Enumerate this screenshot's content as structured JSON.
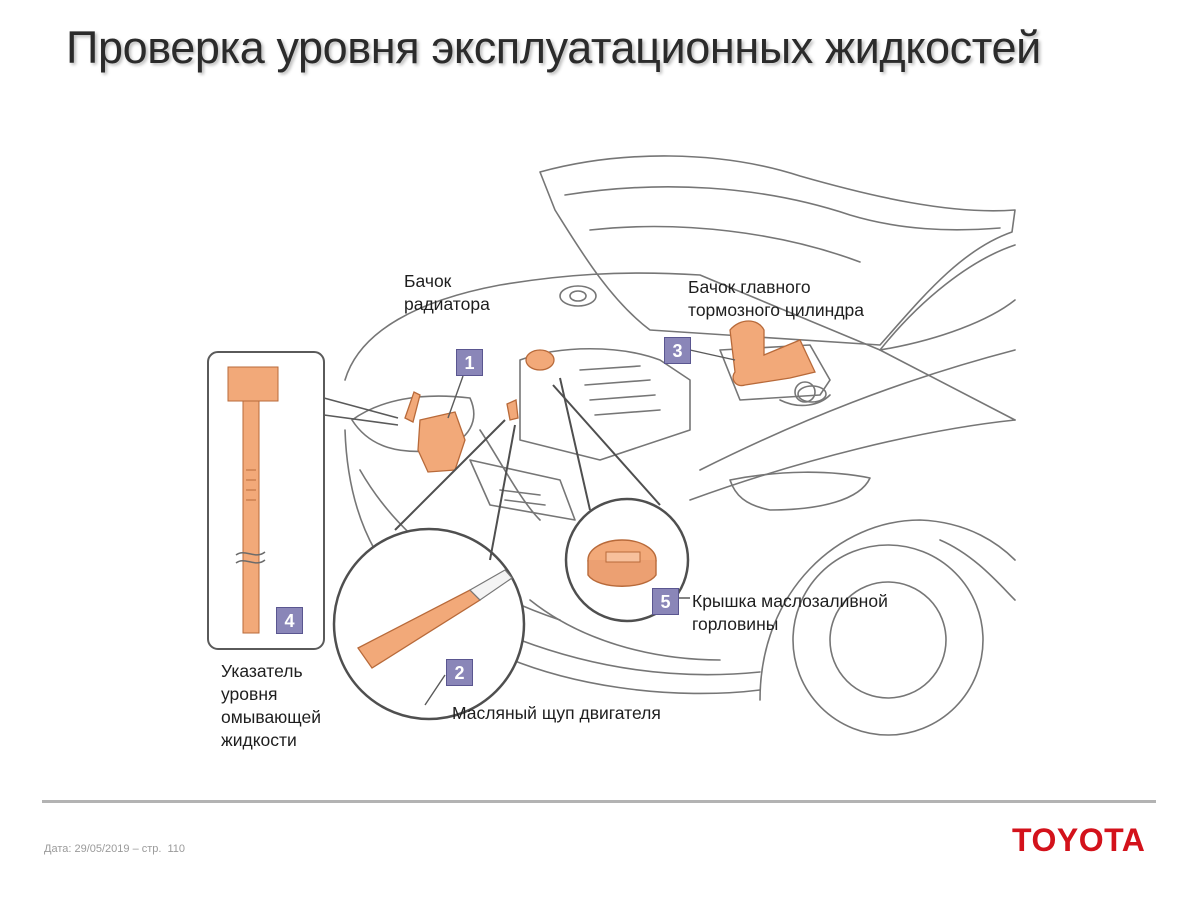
{
  "title": "Проверка уровня эксплуатационных жидкостей",
  "labels": {
    "radiator_line1": "Бачок",
    "radiator_line2": "радиатора",
    "brake_line1": "Бачок главного",
    "brake_line2": "тормозного цилиндра",
    "oil_cap_line1": "Крышка маслозаливной",
    "oil_cap_line2": "горловины",
    "washer_line1": "Указатель",
    "washer_line2": "уровня",
    "washer_line3": "омывающей",
    "washer_line4": "жидкости",
    "dipstick": "Масляный щуп двигателя"
  },
  "badges": {
    "b1": "1",
    "b2": "2",
    "b3": "3",
    "b4": "4",
    "b5": "5"
  },
  "footer": {
    "date": "Дата: 29/05/2019 – стр.",
    "page": "110"
  },
  "brand": "TOYOTA",
  "colors": {
    "accent_part": "#f2a979",
    "badge": "#8a86b8",
    "brand": "#d3121b",
    "line": "#6e6e6e"
  }
}
